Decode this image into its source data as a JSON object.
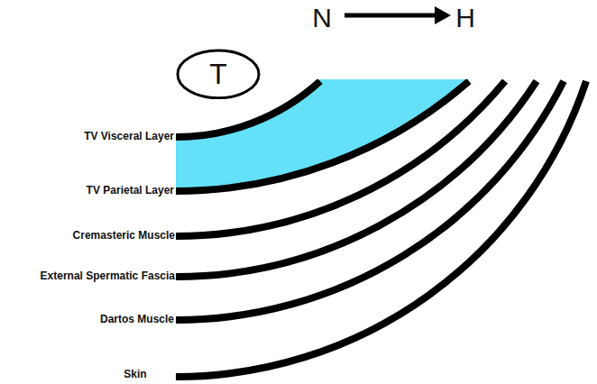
{
  "diagram": {
    "nodes": [
      {
        "text": [
          "T"
        ]
      }
    ],
    "labels": [
      "N",
      "H",
      "TV Visceral Layer",
      "TV Parietal Layer",
      "Cremasteric Muscle",
      "External Spermatic Fascia",
      "Dartos Muscle",
      "Skin"
    ]
  }
}
